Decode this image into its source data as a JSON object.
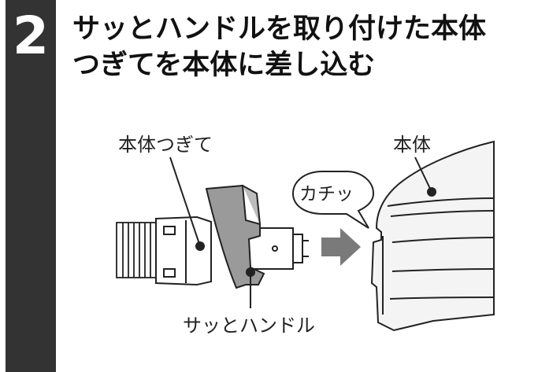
{
  "step": {
    "number": "2",
    "title_line1": "サッとハンドルを取り付けた本体",
    "title_line2": "つぎてを本体に差し込む"
  },
  "illustration": {
    "label_body_joint": "本体つぎて",
    "label_body": "本体",
    "label_click": "カチッ",
    "label_handle": "サッとハンドル"
  },
  "colors": {
    "step_bar": "#333333",
    "handle_gray": "#9a9a9a",
    "arrow_gray": "#7a7a7a",
    "body_fill": "#f4f4f4"
  }
}
